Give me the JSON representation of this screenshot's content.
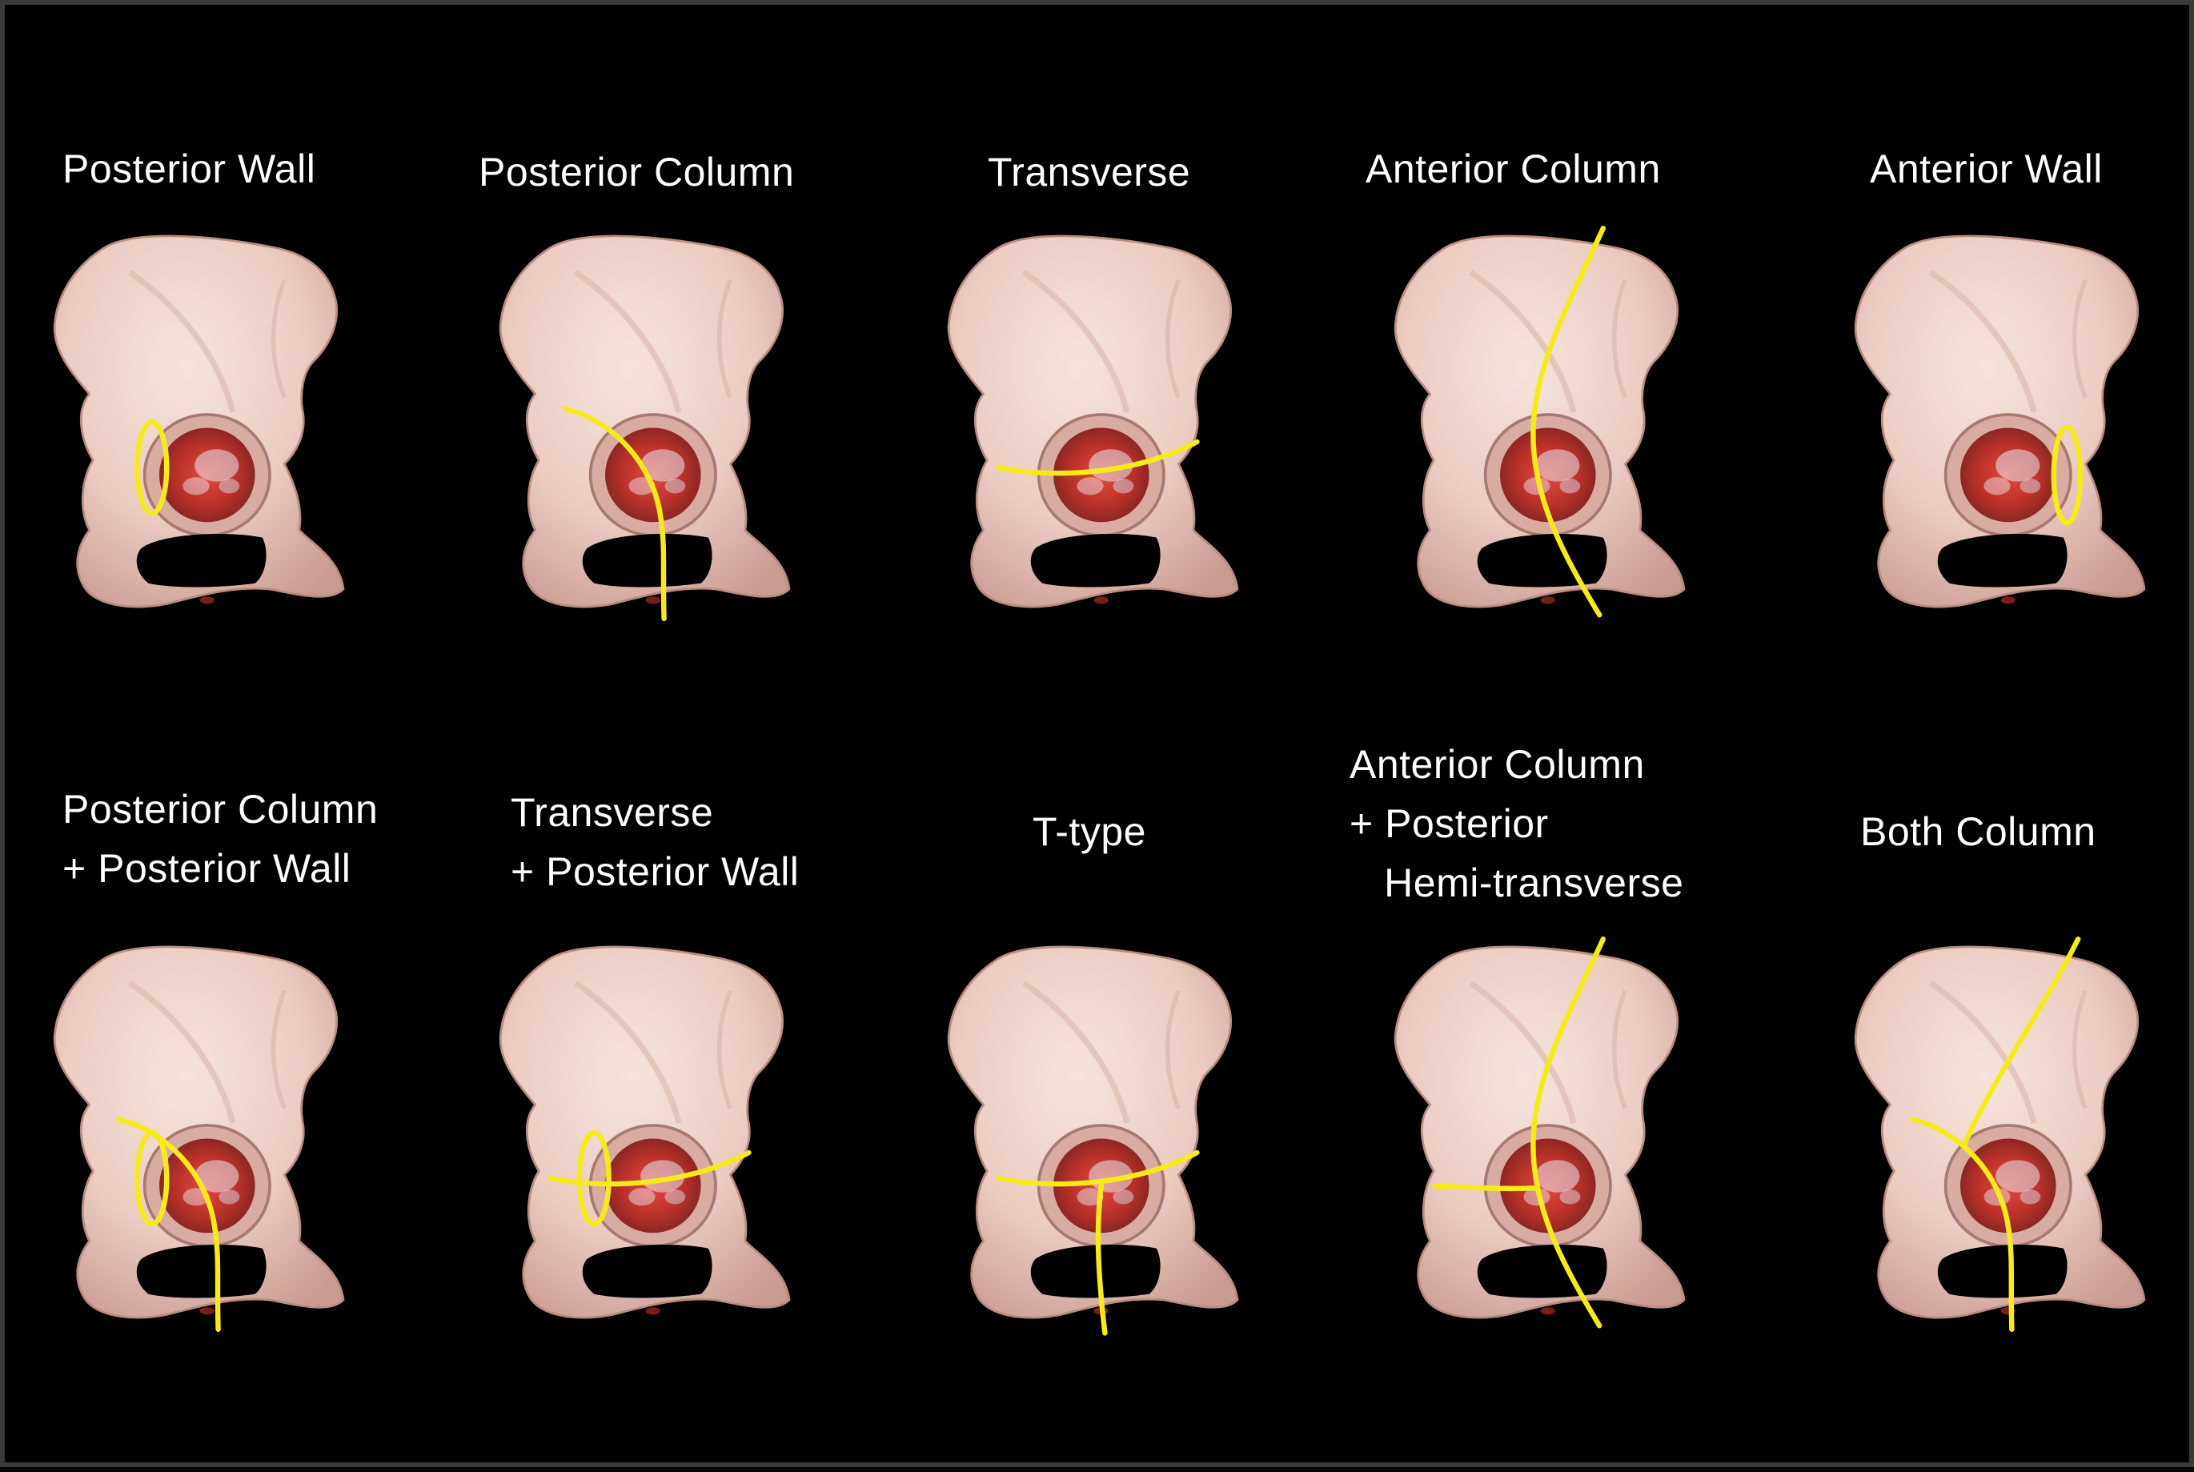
{
  "figure": {
    "background": "#000000",
    "bone_color": "#efd2ca",
    "bone_shadow": "#cfa69c",
    "acetabulum_red": "#c8342c",
    "fracture_line_color": "#f7ea1c"
  },
  "panels": [
    {
      "id": "posterior-wall",
      "label": "Posterior Wall",
      "lines": [
        "pw"
      ]
    },
    {
      "id": "posterior-column",
      "label": "Posterior Column",
      "lines": [
        "pc"
      ]
    },
    {
      "id": "transverse",
      "label": "Transverse",
      "lines": [
        "tr"
      ]
    },
    {
      "id": "anterior-column",
      "label": "Anterior Column",
      "lines": [
        "ac"
      ]
    },
    {
      "id": "anterior-wall",
      "label": "Anterior Wall",
      "lines": [
        "aw"
      ]
    },
    {
      "id": "posterior-column-posterior-wall",
      "label": "Posterior Column\n+ Posterior Wall",
      "lines": [
        "pc",
        "pw"
      ]
    },
    {
      "id": "transverse-posterior-wall",
      "label": "Transverse\n+ Posterior Wall",
      "lines": [
        "tr",
        "pw2"
      ]
    },
    {
      "id": "t-type",
      "label": "T-type",
      "lines": [
        "tr",
        "tstem"
      ]
    },
    {
      "id": "anterior-column-posterior-hemi-transverse",
      "label": "Anterior Column\n+ Posterior\n   Hemi-transverse",
      "lines": [
        "ac",
        "hemi"
      ]
    },
    {
      "id": "both-column",
      "label": "Both Column",
      "lines": [
        "bc1",
        "bc2"
      ]
    }
  ]
}
